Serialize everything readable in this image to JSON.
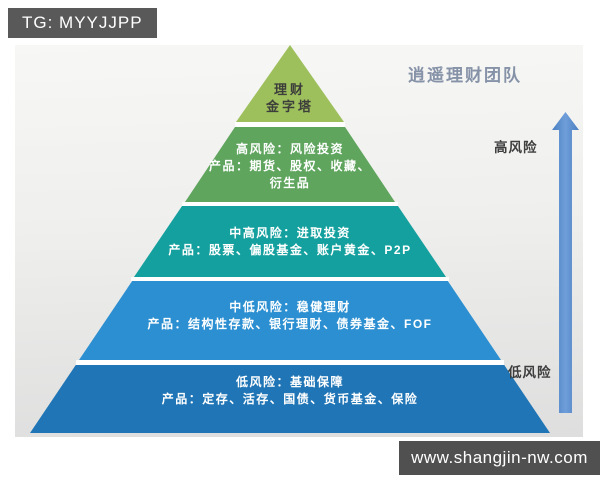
{
  "badge_tg": "TG: MYYJJPP",
  "team_title": "逍遥理财团队",
  "watermark": "www.shangjin-nw.com",
  "risk_axis": {
    "high_label": "高风险",
    "low_label": "低风险",
    "arrow_color": "#5b8ecf"
  },
  "pyramid": {
    "levels": [
      {
        "id": "apex",
        "color": "#9dc05c",
        "text_color": "#3d3d3c",
        "lines": [
          "理财",
          "金字塔"
        ]
      },
      {
        "id": "high-risk",
        "color": "#5fa55e",
        "text_color": "#ffffff",
        "lines": [
          "高风险：风险投资",
          "产品：期货、股权、收藏、",
          "衍生品"
        ]
      },
      {
        "id": "mid-high-risk",
        "color": "#14a09e",
        "text_color": "#ffffff",
        "lines": [
          "中高风险：进取投资",
          "产品：股票、偏股基金、账户黄金、P2P"
        ]
      },
      {
        "id": "mid-low-risk",
        "color": "#2b8fd1",
        "text_color": "#ffffff",
        "lines": [
          "中低风险：稳健理财",
          "产品：结构性存款、银行理财、债券基金、FOF"
        ]
      },
      {
        "id": "low-risk",
        "color": "#1f75b5",
        "text_color": "#ffffff",
        "lines": [
          "低风险：基础保障",
          "产品：定存、活存、国债、货币基金、保险"
        ]
      }
    ]
  }
}
